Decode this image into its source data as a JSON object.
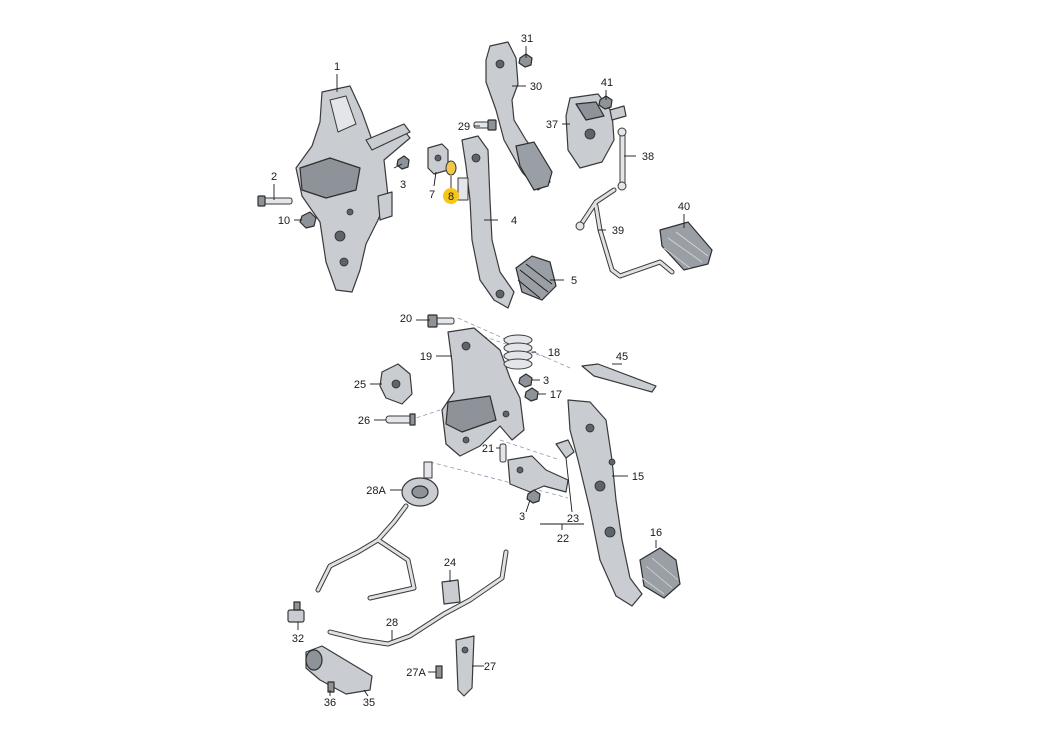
{
  "labels": {
    "p1": "1",
    "p2": "2",
    "p3a": "3",
    "p4": "4",
    "p5": "5",
    "p7": "7",
    "p8": "8",
    "p10": "10",
    "p29": "29",
    "p30": "30",
    "p31": "31",
    "p37": "37",
    "p38": "38",
    "p39": "39",
    "p40": "40",
    "p41": "41",
    "p20": "20",
    "p19": "19",
    "p18": "18",
    "p45": "45",
    "p25": "25",
    "p3b": "3",
    "p17": "17",
    "p26": "26",
    "p21": "21",
    "p15": "15",
    "p28a": "28A",
    "p3c": "3",
    "p23": "23",
    "p22": "22",
    "p16": "16",
    "p24": "24",
    "p32": "32",
    "p28": "28",
    "p27a": "27A",
    "p27": "27",
    "p36": "36",
    "p35": "35"
  },
  "colors": {
    "highlight": "#f5c518",
    "line": "#1a1a1a",
    "dash": "#8f9bb0"
  }
}
